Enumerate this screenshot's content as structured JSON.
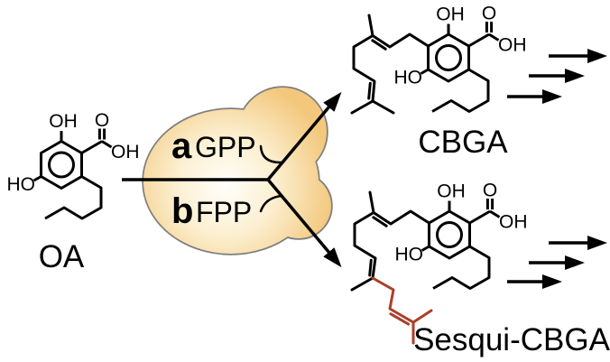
{
  "figure": {
    "molecules": {
      "oa": {
        "name": "OA"
      },
      "cbga": {
        "name": "CBGA"
      },
      "sesqui_cbga": {
        "name": "Sesqui-CBGA"
      }
    },
    "atom_labels": {
      "hydroxyl_top": "OH",
      "carbonyl_oxygen": "O",
      "carboxyl_hydroxyl": "OH",
      "hydroxyl_left": "HO"
    },
    "enzyme": {
      "route_a_key": "a",
      "route_a_substrate": "GPP",
      "route_b_key": "b",
      "route_b_substrate": "FPP"
    },
    "colors": {
      "bond": "#000000",
      "sesquiterpene_highlight": "#ac3e28",
      "enzyme_outline": "#7f7f7f",
      "enzyme_fill_center": "#fffefa",
      "enzyme_fill_mid": "#fcf0d2",
      "enzyme_fill_edge": "#f3c87d"
    }
  }
}
